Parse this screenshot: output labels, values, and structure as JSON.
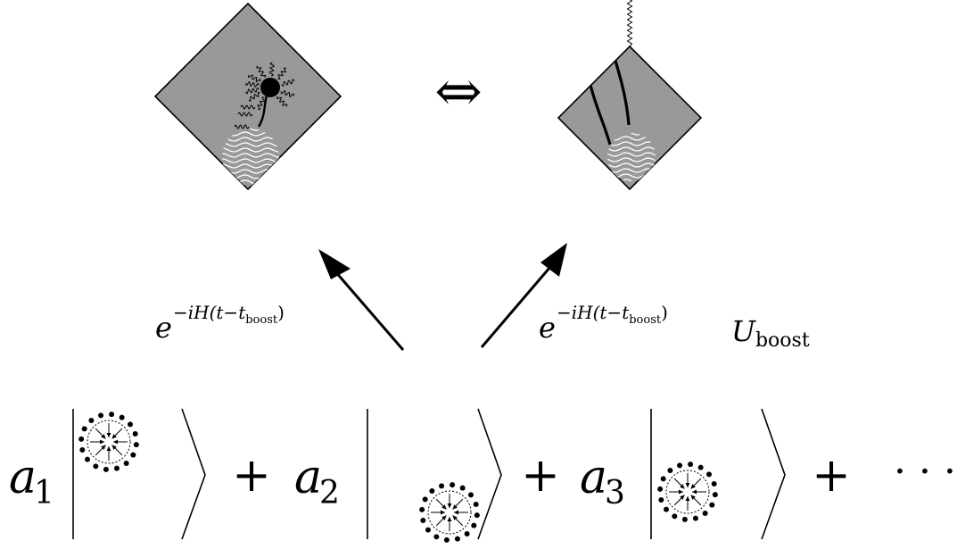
{
  "colors": {
    "diamond_fill": "#999999",
    "stroke": "#000000",
    "wave": "#ffffff"
  },
  "equivalence_symbol": "⇔",
  "labels": {
    "left_operator": {
      "base": "e",
      "exp_prefix": "−iH(t−t",
      "exp_sub": "boost",
      "exp_suffix": ")"
    },
    "right_operator": {
      "base": "e",
      "exp_prefix": "−iH(t−t",
      "exp_sub": "boost",
      "exp_suffix": ")",
      "op": "U",
      "op_sub": "boost"
    }
  },
  "superposition": {
    "terms": [
      {
        "coef": "a",
        "sub": "1"
      },
      {
        "coef": "a",
        "sub": "2"
      },
      {
        "coef": "a",
        "sub": "3"
      }
    ],
    "plus": "+",
    "ellipsis": "· · ·"
  }
}
